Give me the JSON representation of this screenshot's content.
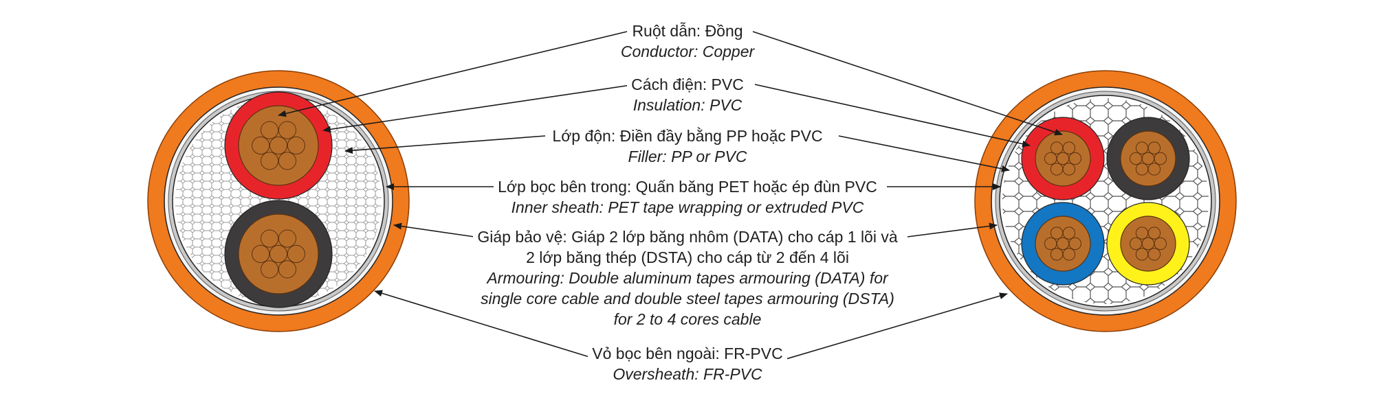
{
  "labels": [
    {
      "key": "conductor",
      "vi": "Ruột dẫn: Đồng",
      "en": "Conductor: Copper"
    },
    {
      "key": "insulation",
      "vi": "Cách điện: PVC",
      "en": "Insulation: PVC"
    },
    {
      "key": "filler",
      "vi": "Lớp độn: Điền đầy bằng PP hoặc PVC",
      "en": "Filler: PP or PVC"
    },
    {
      "key": "inner_sheath",
      "vi": "Lớp bọc bên trong: Quấn băng PET hoặc ép đùn PVC",
      "en": "Inner sheath: PET tape wrapping or extruded PVC"
    },
    {
      "key": "armouring",
      "vi": [
        "Giáp bảo vệ: Giáp 2 lớp băng nhôm (DATA) cho cáp 1 lõi và",
        "2 lớp băng thép (DSTA) cho cáp từ 2 đến 4 lõi"
      ],
      "en": [
        "Armouring: Double aluminum tapes armouring (DATA) for",
        "single core cable and double steel tapes armouring (DSTA)",
        "for 2 to 4 cores cable"
      ]
    },
    {
      "key": "oversheath",
      "vi": "Vỏ bọc bên ngoài: FR-PVC",
      "en": "Oversheath: FR-PVC"
    }
  ],
  "colors": {
    "oversheath": "#f07a1e",
    "core_red": "#e8242b",
    "core_black": "#3d3b3c",
    "core_blue": "#1377c3",
    "core_yellow": "#fff21a",
    "copper": "#b96f2c",
    "armour": "#c9c9c9"
  },
  "icons": [
    "cable-2-core-cross-section",
    "cable-4-core-cross-section",
    "leader-arrow"
  ]
}
